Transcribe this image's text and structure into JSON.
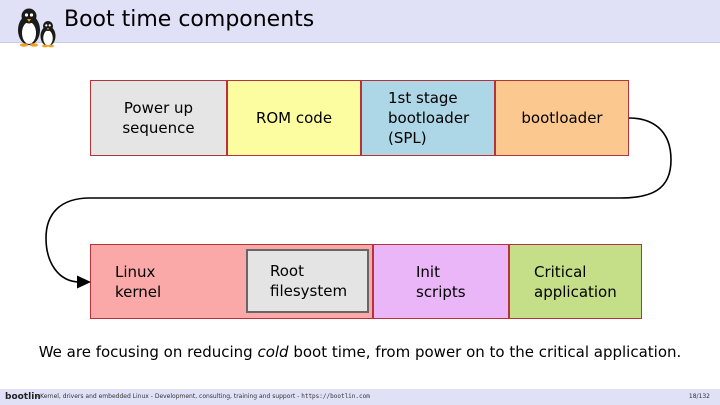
{
  "header": {
    "title": "Boot time components"
  },
  "diagram": {
    "row1": [
      {
        "id": "power",
        "label": "Power up\nsequence"
      },
      {
        "id": "rom",
        "label": "ROM code"
      },
      {
        "id": "spl",
        "label": "1st stage\nbootloader\n(SPL)"
      },
      {
        "id": "boot",
        "label": "bootloader"
      }
    ],
    "row2": [
      {
        "id": "kernel",
        "label": "Linux\nkernel"
      },
      {
        "id": "rootfs",
        "label": "Root\nfilesystem"
      },
      {
        "id": "init",
        "label": "Init\nscripts"
      },
      {
        "id": "crit",
        "label": "Critical\napplication"
      }
    ],
    "caption": {
      "before": "We are focusing on reducing ",
      "emphasis": "cold",
      "after": " boot time, from power on to the critical application."
    }
  },
  "footer": {
    "brand": "bootlin",
    "text": "- Kernel, drivers and embedded Linux - Development, consulting, training and support - ",
    "url": "https://bootlin.com",
    "page": "18/132"
  },
  "colors": {
    "header_bg": "#e0e0f6",
    "border": "#b8323a",
    "power": "#e5e5e5",
    "rom": "#fcfca0",
    "spl": "#add6e6",
    "bootloader": "#fbc890",
    "kernel": "#fba8a8",
    "rootfs": "#e4e4e4",
    "init": "#eab6f7",
    "critical": "#c4df88"
  },
  "icons": {
    "logo": "penguin-logo-icon",
    "connector": "curved-arrow-icon"
  }
}
